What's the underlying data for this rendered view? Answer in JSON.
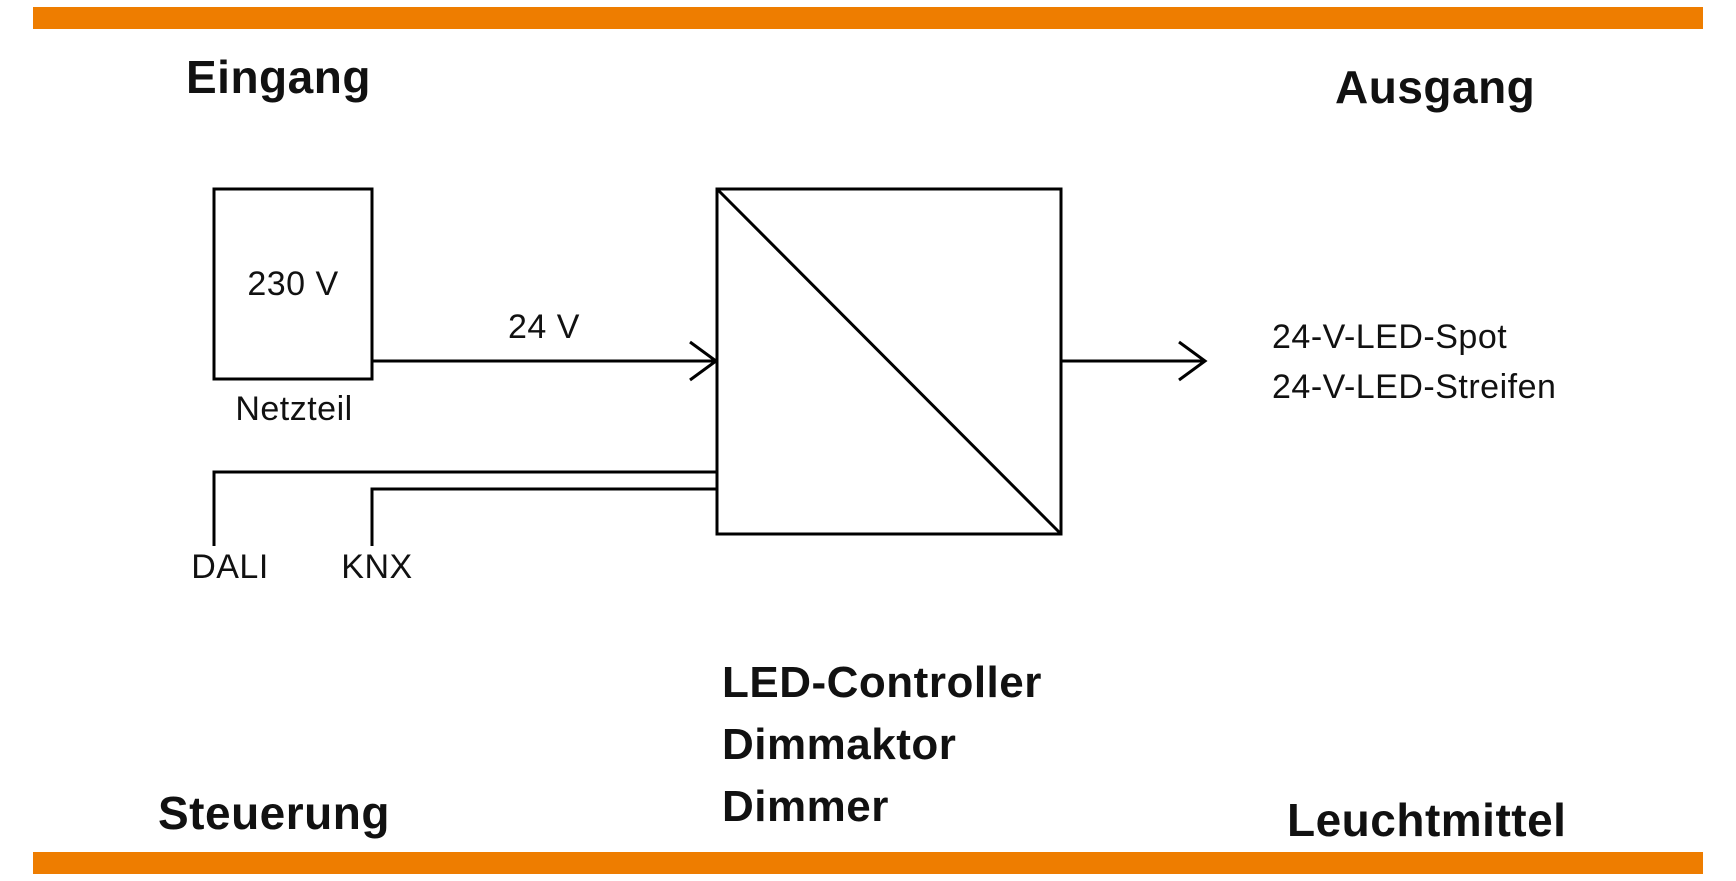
{
  "diagram": {
    "corner_labels": {
      "top_left": "Eingang",
      "top_right": "Ausgang",
      "bottom_left": "Steuerung",
      "bottom_right": "Leuchtmittel"
    },
    "power_supply": {
      "value": "230 V",
      "label": "Netzteil"
    },
    "wire_24v_label": "24 V",
    "controller": {
      "lines": [
        "LED-Controller",
        "Dimmaktor",
        "Dimmer"
      ]
    },
    "outputs": [
      "24-V-LED-Spot",
      "24-V-LED-Streifen"
    ],
    "bus_labels": [
      "DALI",
      "KNX"
    ],
    "colors": {
      "accent_orange": "#EE7D00",
      "line_black": "#000000",
      "background": "#FFFFFF"
    }
  }
}
